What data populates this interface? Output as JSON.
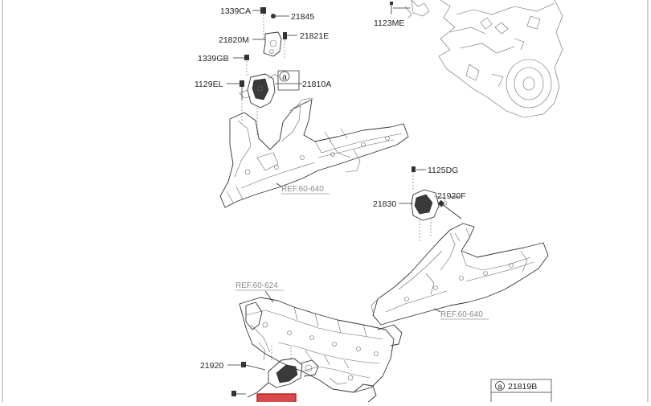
{
  "diagram": {
    "callouts": [
      {
        "id": "c1339CA",
        "label": "1339CA"
      },
      {
        "id": "c21845",
        "label": "21845"
      },
      {
        "id": "c21820M",
        "label": "21820M"
      },
      {
        "id": "c21821E",
        "label": "21821E"
      },
      {
        "id": "c1339GB",
        "label": "1339GB"
      },
      {
        "id": "c1129EL",
        "label": "1129EL"
      },
      {
        "id": "c21810A",
        "label": "21810A"
      },
      {
        "id": "c1123ME",
        "label": "1123ME"
      },
      {
        "id": "c1125DG",
        "label": "1125DG"
      },
      {
        "id": "c21830",
        "label": "21830"
      },
      {
        "id": "c21920F",
        "label": "21920F"
      },
      {
        "id": "c21920",
        "label": "21920"
      }
    ],
    "refs": {
      "ref_upper": "REF.60-640",
      "ref_lower_left": "REF.60-624",
      "ref_lower_right": "REF.60-640"
    },
    "marker_letter": "a",
    "legend": {
      "letter": "a",
      "part": "21819B"
    },
    "highlighted_part": ""
  }
}
